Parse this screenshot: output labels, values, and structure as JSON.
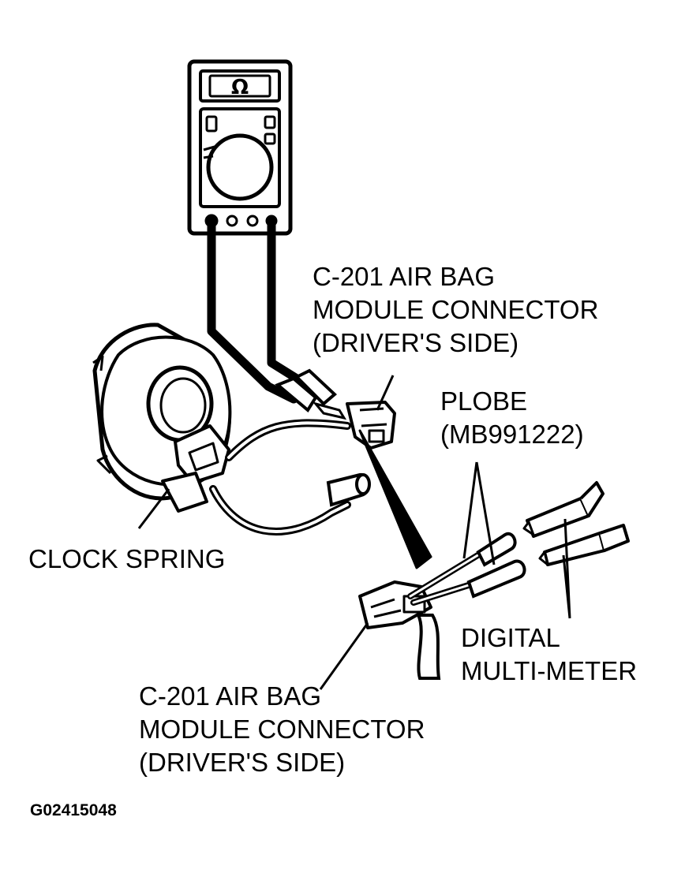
{
  "meter": {
    "display_symbol": "Ω"
  },
  "labels": {
    "connector_top": [
      "C-201 AIR BAG",
      "MODULE CONNECTOR",
      "(DRIVER'S SIDE)"
    ],
    "probe": [
      "PLOBE",
      "(MB991222)"
    ],
    "clock_spring": "CLOCK SPRING",
    "multimeter": [
      "DIGITAL",
      "MULTI-METER"
    ],
    "connector_bottom": [
      "C-201 AIR BAG",
      "MODULE CONNECTOR",
      "(DRIVER'S SIDE)"
    ]
  },
  "figure_code": "G02415048"
}
